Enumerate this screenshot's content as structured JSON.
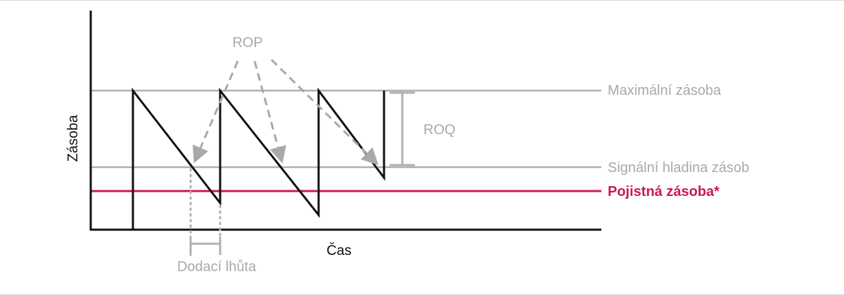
{
  "diagram": {
    "axes": {
      "y_label": "Zásoba",
      "x_label": "Čas"
    },
    "levels": {
      "max_label": "Maximální zásoba",
      "reorder_label": "Signální hladina zásob",
      "safety_label": "Pojistná zásoba*"
    },
    "annotations": {
      "rop_label": "ROP",
      "roq_label": "ROQ",
      "lead_time_label": "Dodací lhůta"
    },
    "colors": {
      "axis": "#111111",
      "level_lines": "#b0b0b0",
      "sawtooth": "#111111",
      "safety": "#c8185e",
      "annotation": "#a9a9a9"
    }
  }
}
